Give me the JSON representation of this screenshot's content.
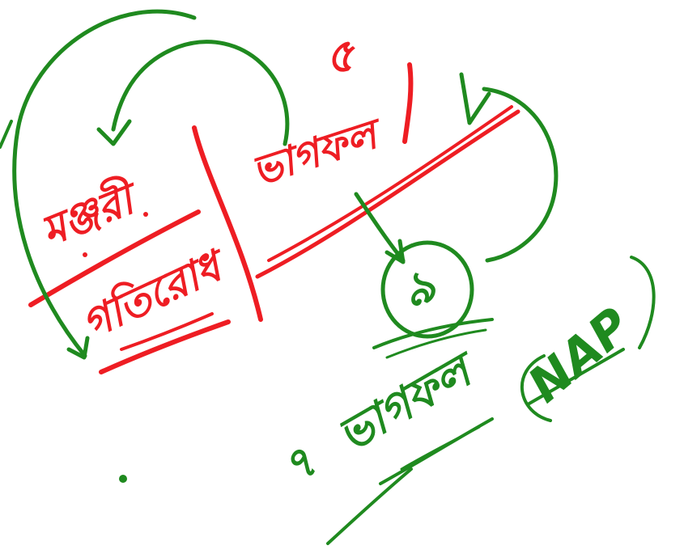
{
  "colors": {
    "red": "#ee1d23",
    "green": "#1f8a1f",
    "background": "#ffffff"
  },
  "words": {
    "numerator": "মঞ্জরী",
    "denominator": "গতিরোধ",
    "dividend": "ভাগফল",
    "remainder_symbol": "৫",
    "partial_result": "৯",
    "tag_quotient_pre": "৭",
    "tag_quotient_word": "ভাগফল",
    "tag_abbrev": "NAP"
  }
}
